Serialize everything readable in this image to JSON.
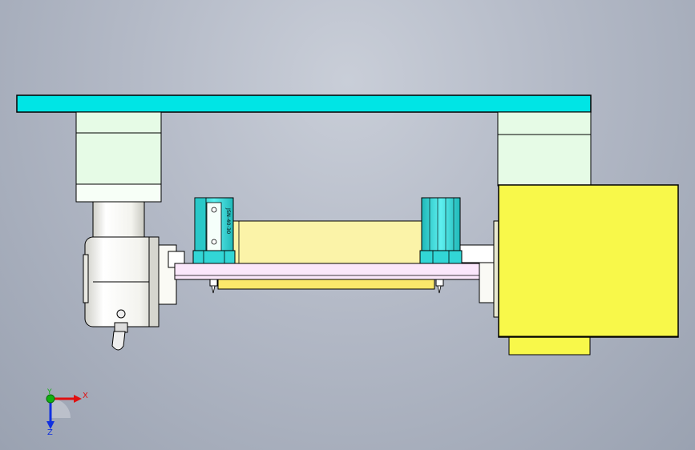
{
  "viewport": {
    "background": "#b3b9c6",
    "model": {
      "cylinder_label": "JSN-40-30",
      "colors": {
        "top_rail": "#00e5e5",
        "column_block": "#e6fbe6",
        "cylinder": "#32d6d6",
        "fixture_plate": "#fbf3a8",
        "slider_plate": "#fbe7fb",
        "side_block": "#f8f84a",
        "motor_body": "#f5f5f0",
        "outline": "#000000"
      }
    },
    "triad": {
      "x_label": "X",
      "y_label": "Y",
      "z_label": "Z",
      "colors": {
        "x": "#e01010",
        "y": "#10b010",
        "z": "#1030e0"
      }
    }
  }
}
